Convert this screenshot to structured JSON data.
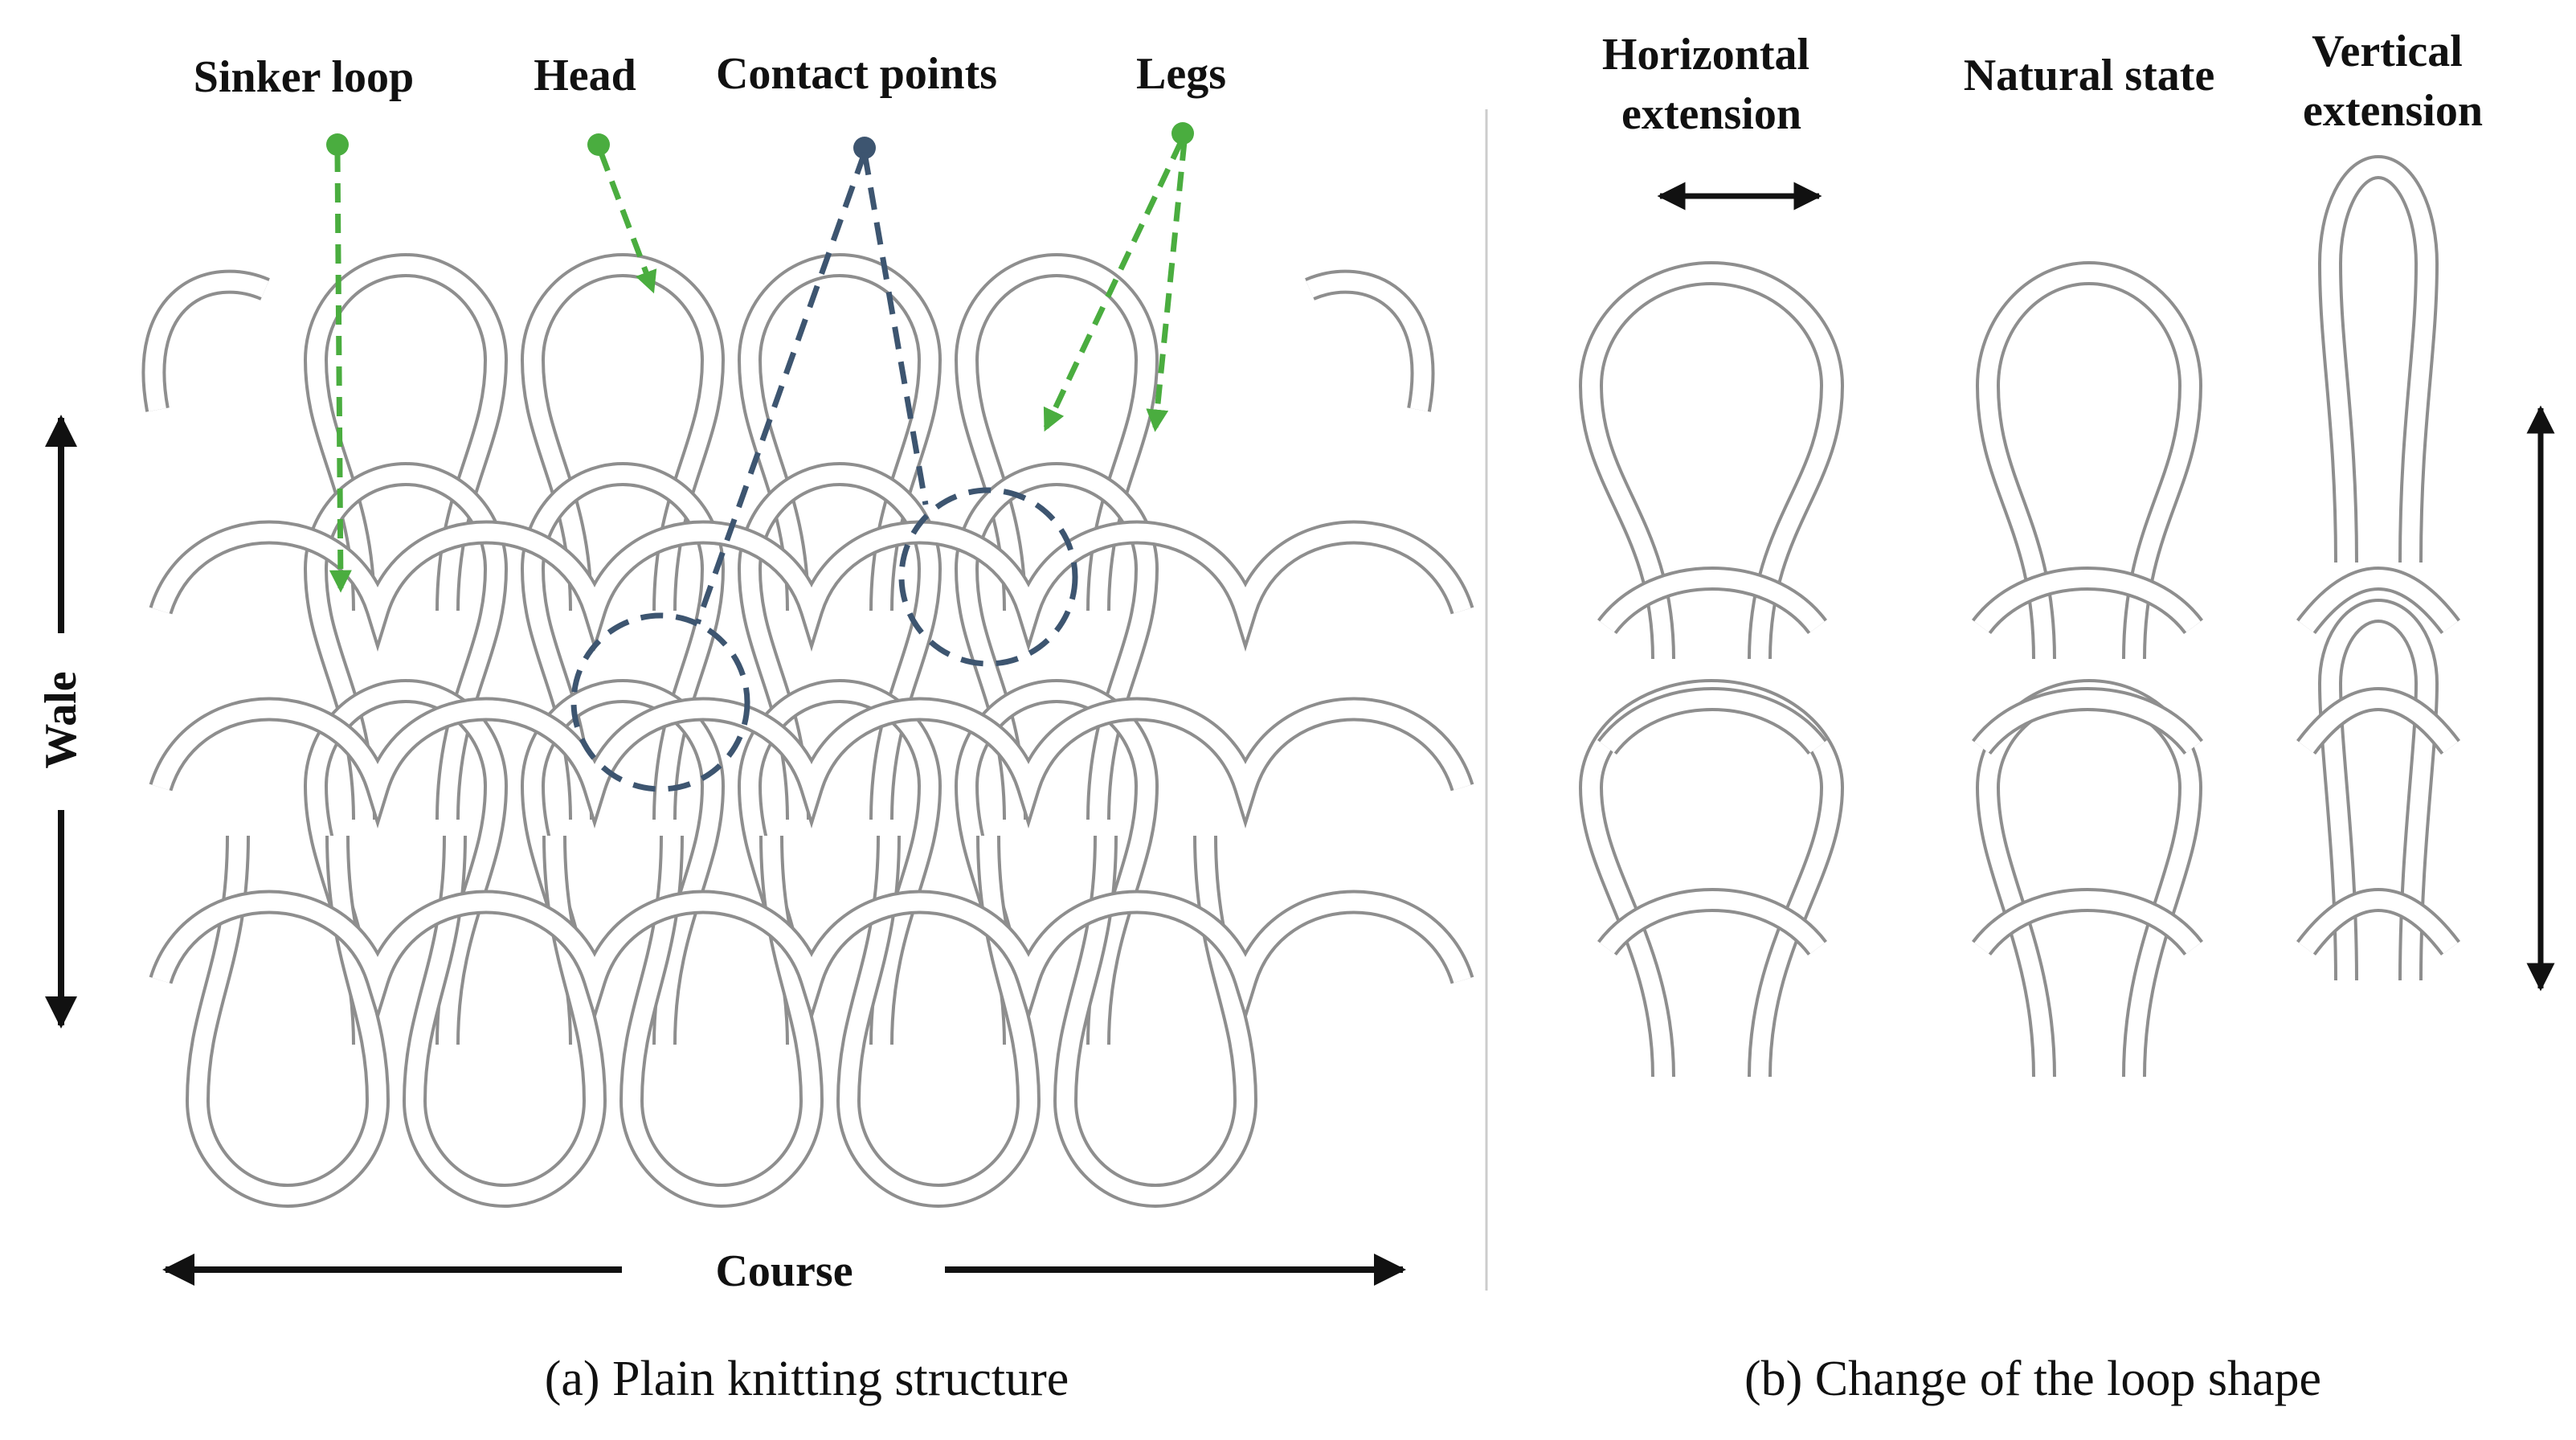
{
  "panel_a": {
    "labels": {
      "sinker_loop": "Sinker loop",
      "head": "Head",
      "contact_points": "Contact points",
      "legs": "Legs"
    },
    "axis_wale": "Wale",
    "axis_course": "Course",
    "caption": "(a) Plain knitting structure"
  },
  "panel_b": {
    "horizontal_extension": [
      "Horizontal",
      "extension"
    ],
    "natural_state": "Natural state",
    "vertical_extension": [
      "Vertical",
      "extension"
    ],
    "caption": "(b) Change of the loop shape"
  },
  "colors": {
    "annotation_green": "#4aad3f",
    "annotation_navy": "#3d5570",
    "yarn_outline": "#8e8e8e",
    "arrow_black": "#111111",
    "divider": "#cccccc"
  }
}
